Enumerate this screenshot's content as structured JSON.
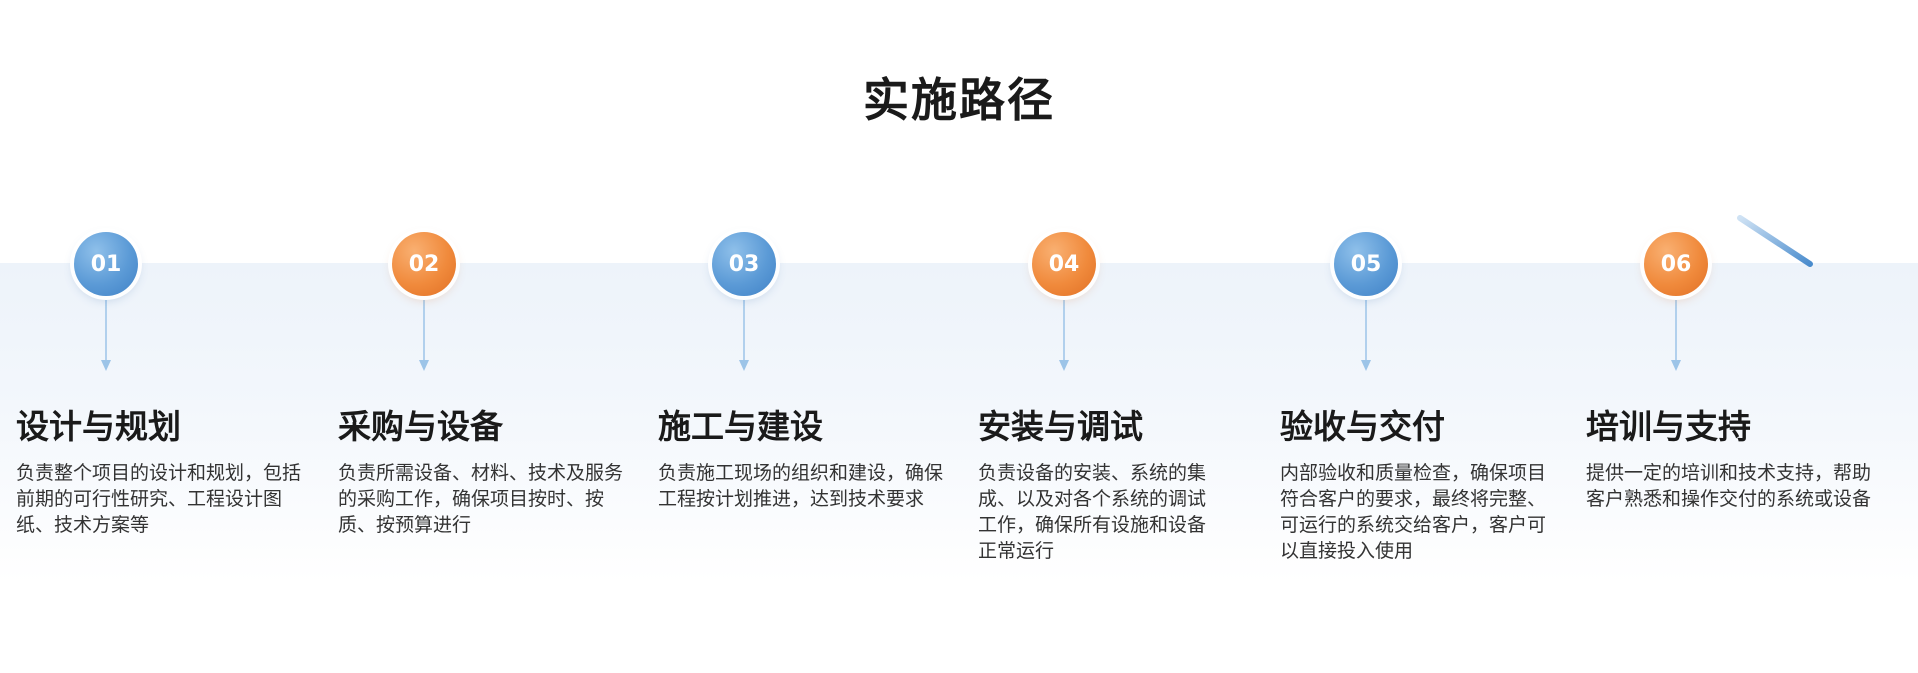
{
  "title": "实施路径",
  "steps": [
    {
      "num": "01",
      "color": "blue",
      "title": "设计与规划",
      "desc": "负责整个项目的设计和规划，包括前期的可行性研究、工程设计图纸、技术方案等"
    },
    {
      "num": "02",
      "color": "orange",
      "title": "采购与设备",
      "desc": "负责所需设备、材料、技术及服务的采购工作，确保项目按时、按质、按预算进行"
    },
    {
      "num": "03",
      "color": "blue",
      "title": "施工与建设",
      "desc": "负责施工现场的组织和建设，确保工程按计划推进，达到技术要求"
    },
    {
      "num": "04",
      "color": "orange",
      "title": "安装与调试",
      "desc": "负责设备的安装、系统的集成、以及对各个系统的调试工作，确保所有设施和设备正常运行"
    },
    {
      "num": "05",
      "color": "blue",
      "title": "验收与交付",
      "desc": "内部验收和质量检查，确保项目符合客户的要求，最终将完整、可运行的系统交给客户，客户可以直接投入使用"
    },
    {
      "num": "06",
      "color": "orange",
      "title": "培训与支持",
      "desc": "提供一定的培训和技术支持，帮助客户熟悉和操作交付的系统或设备"
    }
  ],
  "colors": {
    "blue": "#5b9ad6",
    "orange": "#f08a3c",
    "line": "#5a97d0",
    "connector": "#9cc4e8"
  }
}
